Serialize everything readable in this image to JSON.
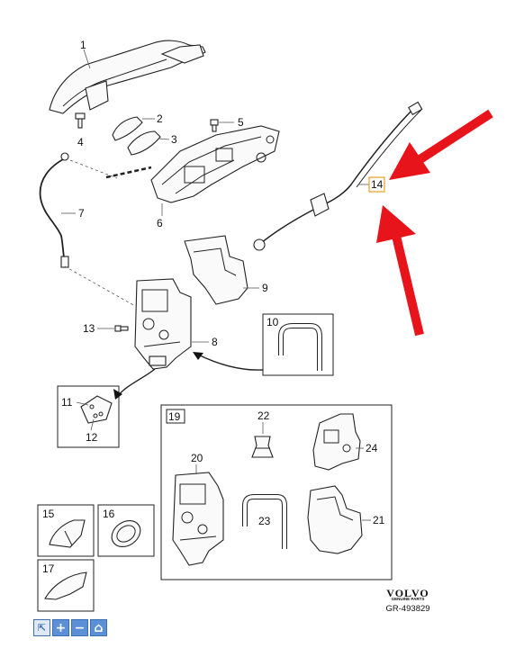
{
  "callouts": {
    "c1": "1",
    "c2": "2",
    "c3": "3",
    "c4": "4",
    "c5": "5",
    "c6": "6",
    "c7": "7",
    "c8": "8",
    "c9": "9",
    "c10": "10",
    "c11": "11",
    "c12": "12",
    "c13": "13",
    "c14": "14",
    "c15": "15",
    "c16": "16",
    "c17": "17",
    "c19": "19",
    "c20": "20",
    "c21": "21",
    "c22": "22",
    "c23": "23",
    "c24": "24"
  },
  "brand": {
    "name": "VOLVO",
    "tagline": "GENUINE PARTS",
    "reference": "GR-493829"
  },
  "toolbar": [
    {
      "name": "pointer-tool",
      "glyph": "⇱"
    },
    {
      "name": "zoom-in",
      "glyph": "+"
    },
    {
      "name": "zoom-out",
      "glyph": "−"
    },
    {
      "name": "home",
      "glyph": "⌂"
    }
  ],
  "colors": {
    "arrow": "#e8141b",
    "highlight_box": "#e8a020",
    "toolbar": "#5b8fd6"
  }
}
